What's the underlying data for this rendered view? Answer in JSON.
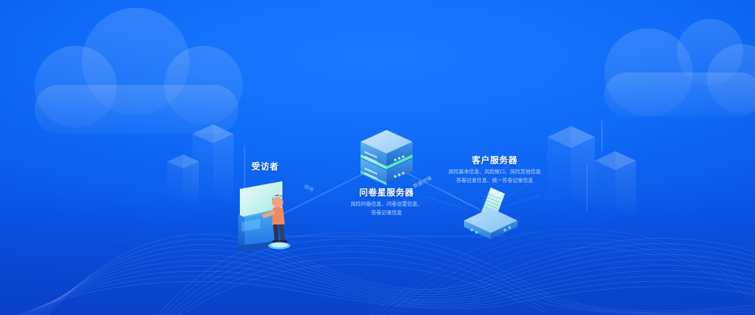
{
  "theme": {
    "background_top": "#1a79ff",
    "background_bottom": "#0a46d2",
    "accent_cyan": "#7ef2d0",
    "title_color": "#ffffff",
    "subtext_color": "#cfe2ff",
    "line_color": "#9cc4ff"
  },
  "diagram": {
    "type": "network-architecture",
    "nodes": [
      {
        "id": "visitor",
        "title": "受访者",
        "sub": "",
        "icon": "kiosk-touchscreen-person-icon"
      },
      {
        "id": "survey_server",
        "title": "问卷星服务器",
        "sub_lines": [
          "风险问卷信息、问卷设置信息、",
          "答卷记录信息"
        ],
        "icon": "server-stack-icon"
      },
      {
        "id": "client_server",
        "title": "客户服务器",
        "sub_lines": [
          "风险基本信息、风险帐口、风险其他信息",
          "答卷记录信息、统一答卷记录信息"
        ],
        "icon": "client-server-document-icon"
      }
    ],
    "edges": [
      {
        "id": "edge-left",
        "from": "visitor",
        "to": "survey_server",
        "label": "访问"
      },
      {
        "id": "edge-right",
        "from": "survey_server",
        "to": "client_server",
        "label": "数据对接"
      }
    ]
  },
  "background": {
    "clouds": 2,
    "buildings": 5,
    "wave_pattern": "flowing-line-waves"
  }
}
